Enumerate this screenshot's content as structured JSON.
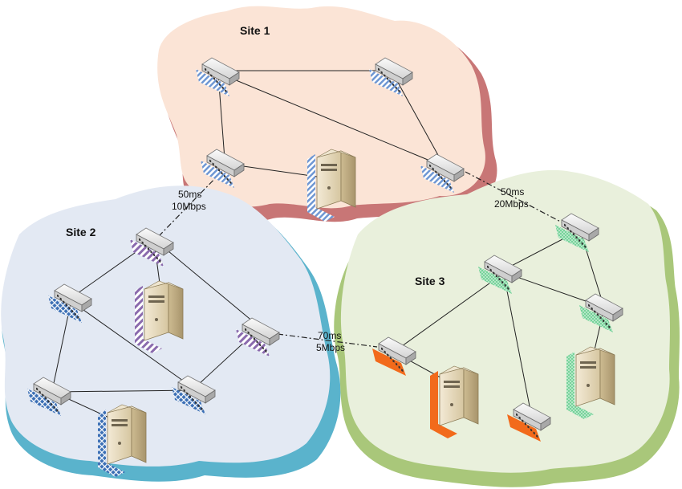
{
  "sites": [
    {
      "id": "site1",
      "label": "Site 1",
      "fill": "#fbe4d6",
      "shadow": "#c87676"
    },
    {
      "id": "site2",
      "label": "Site 2",
      "fill": "#e3e9f3",
      "shadow": "#5ab3cc"
    },
    {
      "id": "site3",
      "label": "Site 3",
      "fill": "#e9f0dc",
      "shadow": "#a9c77a"
    }
  ],
  "wan_links": [
    {
      "id": "s1-s2",
      "latency": "50ms",
      "bandwidth": "10Mbps"
    },
    {
      "id": "s1-s3",
      "latency": "50ms",
      "bandwidth": "20Mbps"
    },
    {
      "id": "s2-s3",
      "latency": "70ms",
      "bandwidth": "5Mbps"
    }
  ],
  "colors": {
    "site1_device_pad": "#6f97d3",
    "site2_device_pad_striped": "#8a6aad",
    "site2_device_pad_grid": "#3b6fb5",
    "site3_device_pad": "#77d39a",
    "site3_highlight": "#f26a1b",
    "switch_body": "#e8e8e8",
    "server_body": "#e9dcc0"
  },
  "icons": [
    "network-switch-icon",
    "server-icon"
  ]
}
